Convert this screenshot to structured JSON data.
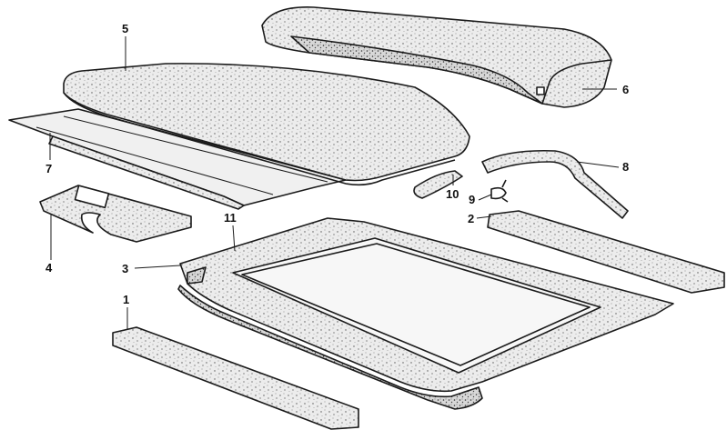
{
  "diagram": {
    "colors": {
      "ink": "#1a1a1a",
      "paper": "#ffffff",
      "foam": "#e9e9e9",
      "foam_dark": "#9a9a9a",
      "glass": "#f7f7f7"
    },
    "callouts": [
      {
        "number": "1",
        "part": "front-strip"
      },
      {
        "number": "2",
        "part": "right-strip"
      },
      {
        "number": "3",
        "part": "frame-corner-block"
      },
      {
        "number": "4",
        "part": "u-shaped-pad"
      },
      {
        "number": "5",
        "part": "headliner-panel"
      },
      {
        "number": "6",
        "part": "rear-foam-block"
      },
      {
        "number": "7",
        "part": "perforated-base-plate"
      },
      {
        "number": "8",
        "part": "bent-drain-hose"
      },
      {
        "number": "9",
        "part": "hose-clamp"
      },
      {
        "number": "10",
        "part": "short-hose"
      },
      {
        "number": "11",
        "part": "frame-support"
      }
    ]
  }
}
